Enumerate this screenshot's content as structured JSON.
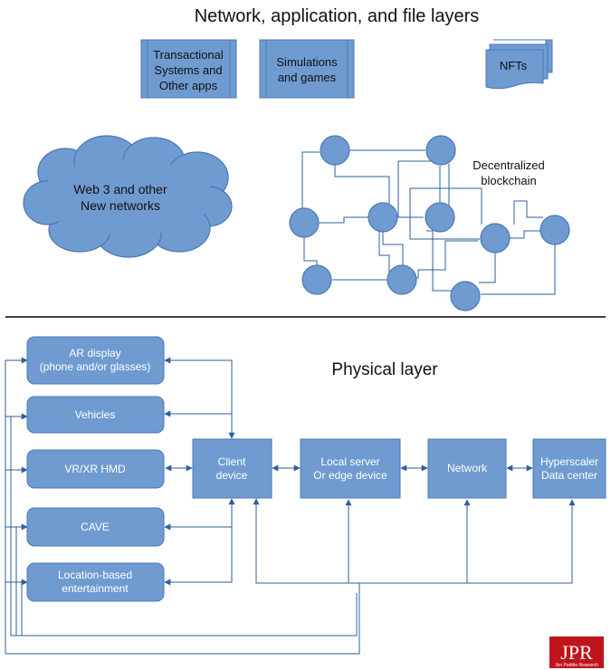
{
  "titles": {
    "top": "Network, application, and file layers",
    "bottom": "Physical layer"
  },
  "top_boxes": {
    "transactional": [
      "Transactional",
      "Systems and",
      "Other apps"
    ],
    "simulations": [
      "Simulations",
      "and games"
    ],
    "nfts": "NFTs"
  },
  "cloud": [
    "Web 3 and other",
    "New networks"
  ],
  "blockchain": [
    "Decentralized",
    "blockchain"
  ],
  "devices": {
    "ar": [
      "AR display",
      "(phone and/or glasses)"
    ],
    "vehicles": "Vehicles",
    "vr": "VR/XR HMD",
    "cave": "CAVE",
    "lbe": [
      "Location-based",
      "entertainment"
    ]
  },
  "infrastructure": {
    "client": [
      "Client",
      "device"
    ],
    "local": [
      "Local server",
      "Or edge device"
    ],
    "network": "Network",
    "hyperscaler": [
      "Hyperscaler",
      "Data center"
    ]
  },
  "logo": {
    "mark": "JPR",
    "tagline": "Jon Peddie Research"
  },
  "colors": {
    "box_fill": "#6f9bd1",
    "box_stroke": "#4a78b5",
    "line": "#2e5f9e",
    "logo_red": "#c0141c"
  }
}
